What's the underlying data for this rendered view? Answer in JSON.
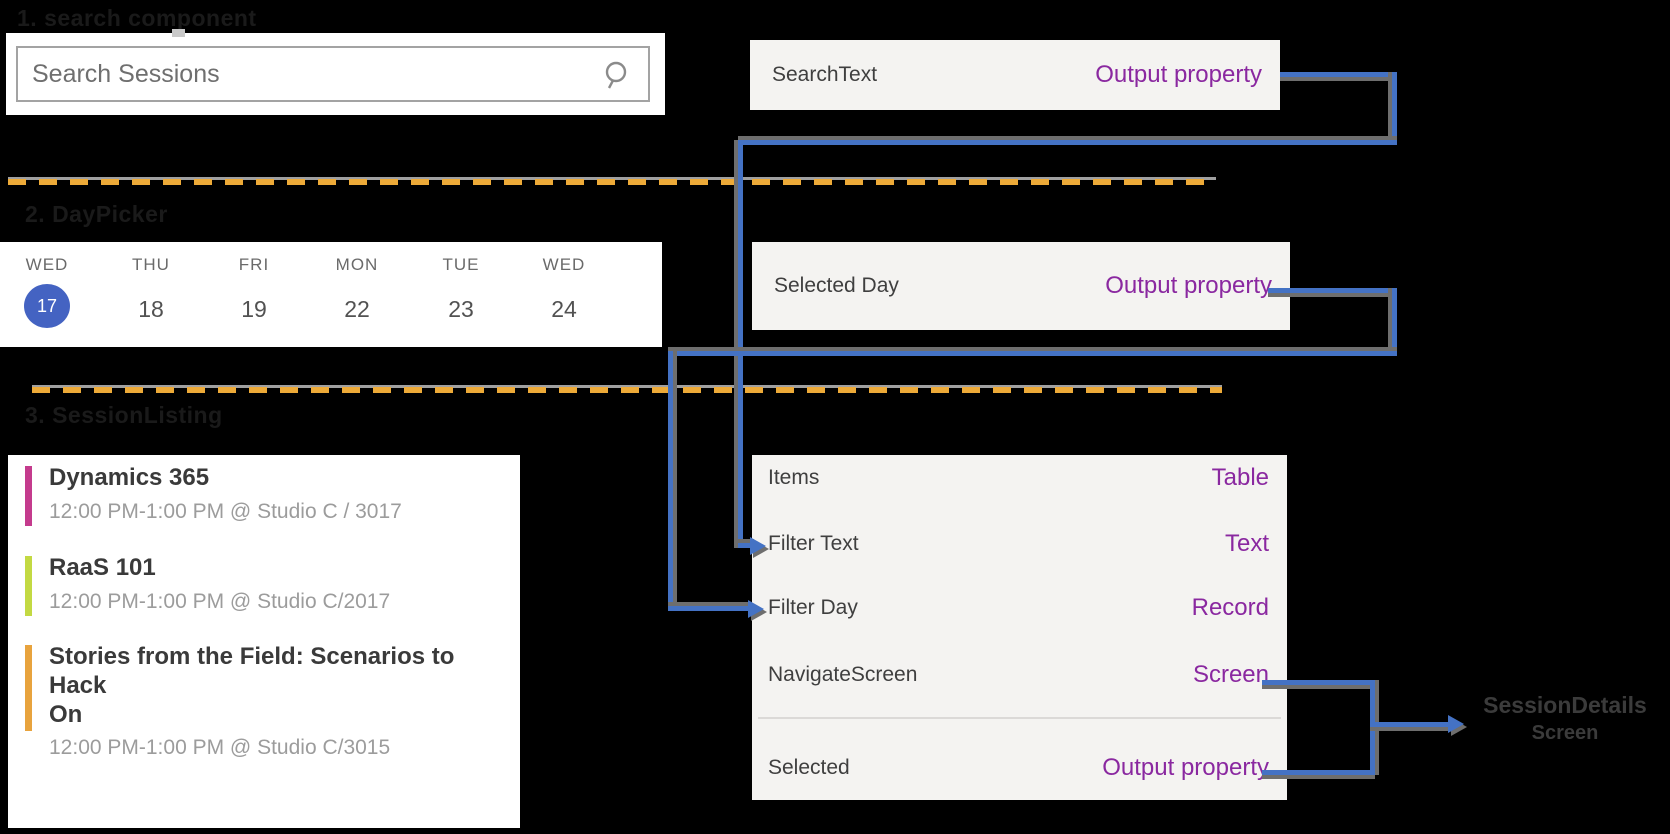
{
  "headings": {
    "search": "1. search component",
    "daypicker": "2. DayPicker",
    "sessionlisting": "3. SessionListing"
  },
  "search": {
    "placeholder": "Search Sessions",
    "icon": "magnifier"
  },
  "searchtext_box": {
    "label": "SearchText",
    "type": "Output property"
  },
  "daypicker": {
    "days": [
      {
        "label": "WED",
        "num": "17",
        "selected": true
      },
      {
        "label": "THU",
        "num": "18",
        "selected": false
      },
      {
        "label": "FRI",
        "num": "19",
        "selected": false
      },
      {
        "label": "MON",
        "num": "22",
        "selected": false
      },
      {
        "label": "TUE",
        "num": "23",
        "selected": false
      },
      {
        "label": "WED",
        "num": "24",
        "selected": false
      }
    ],
    "selected_color": "#4463c2"
  },
  "selectedday_box": {
    "label": "Selected Day",
    "type": "Output property"
  },
  "sessions": [
    {
      "title": "Dynamics 365",
      "time": "12:00 PM-1:00 PM @ Studio C / 3017",
      "color": "#c43b8d"
    },
    {
      "title": "RaaS 101",
      "time": "12:00 PM-1:00 PM @ Studio C/2017",
      "color": "#c3d943"
    },
    {
      "title_line1": "Stories from the Field: Scenarios to Hack",
      "title_line2": "On",
      "time": "12:00 PM-1:00 PM @ Studio C/3015",
      "color": "#e8a33d"
    }
  ],
  "properties_panel": {
    "rows": [
      {
        "label": "Items",
        "type": "Table"
      },
      {
        "label": "Filter Text",
        "type": "Text"
      },
      {
        "label": "Filter Day",
        "type": "Record"
      },
      {
        "label": "NavigateScreen",
        "type": "Screen"
      }
    ],
    "selected_row": {
      "label": "Selected",
      "type": "Output property"
    }
  },
  "target_screen": {
    "line1": "SessionDetails",
    "line2": "Screen"
  },
  "colors": {
    "background": "#000000",
    "panel_gray": "#f4f3f1",
    "accent_purple": "#8a28a0",
    "connector_blue": "#4472c4",
    "connector_shadow": "#6e6e6e",
    "separator_yellow": "#edaa38",
    "separator_gray": "#a0a0a0"
  }
}
